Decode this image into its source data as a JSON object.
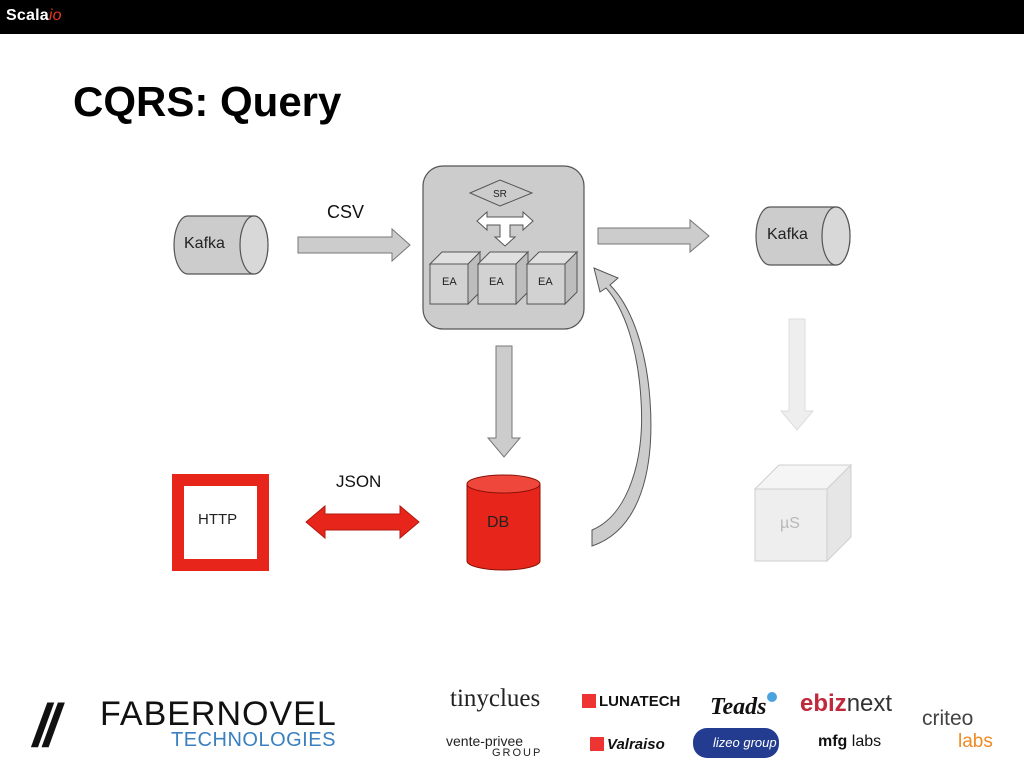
{
  "header": {
    "brand_main": "Scala",
    "brand_accent": "io"
  },
  "slide": {
    "title": "CQRS: Query"
  },
  "diagram": {
    "nodes": {
      "kafka_in": "Kafka",
      "kafka_out": "Kafka",
      "shard_region": "SR",
      "entity_actors": [
        "EA",
        "EA",
        "EA"
      ],
      "database": "DB",
      "http": "HTTP",
      "microservice": "µS"
    },
    "edges": {
      "csv": "CSV",
      "json": "JSON"
    },
    "colors": {
      "highlight_red": "#e8251a",
      "node_gray": "#cccccc",
      "faded_gray": "#eeeeee"
    }
  },
  "footer": {
    "main_logo": {
      "slashes": "//",
      "name": "FABERNOVEL",
      "sub": "TECHNOLOGIES"
    },
    "sponsors": {
      "tinyclues": "tinyclues",
      "lunatech": "LUNATECH",
      "teads": "Teads",
      "ebiz_a": "ebiz",
      "ebiz_b": "next",
      "criteo": "criteo",
      "labs": "labs",
      "ventePrivee": "vente-privee",
      "ventePriveeGroup": "GROUP",
      "valraiso": "Valraiso",
      "lizeo": "lizeo group",
      "mfg_a": "mfg",
      "mfg_b": "labs"
    }
  }
}
